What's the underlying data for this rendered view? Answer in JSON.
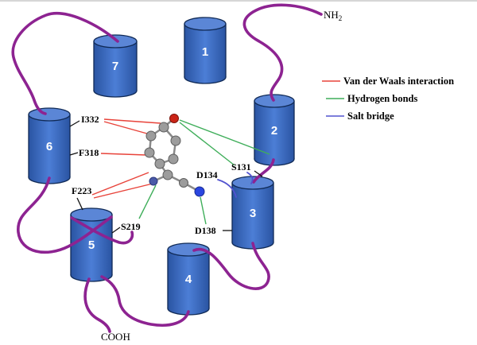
{
  "figure": {
    "terminals": {
      "n_main": "NH",
      "n_sub": "2",
      "c": "COOH"
    },
    "helices": [
      {
        "label": "1"
      },
      {
        "label": "2"
      },
      {
        "label": "3"
      },
      {
        "label": "4"
      },
      {
        "label": "5"
      },
      {
        "label": "6"
      },
      {
        "label": "7"
      }
    ],
    "residues": {
      "i332": "I332",
      "f318": "F318",
      "f223": "F223",
      "s219": "S219",
      "d134": "D134",
      "s131": "S131",
      "d138": "D138"
    },
    "legend": [
      {
        "label": "Van der Waals interaction",
        "color": "#e8433a"
      },
      {
        "label": "Hydrogen bonds",
        "color": "#3fae5a"
      },
      {
        "label": "Salt bridge",
        "color": "#5253cf"
      }
    ],
    "colors": {
      "backbone": "#8d2391",
      "vdw": "#e8433a",
      "hbond": "#3fae5a",
      "salt": "#5253cf",
      "helixFill": "#3b6cc4",
      "helixTop": "#5b86d6",
      "atomCarbon": "#9c9c9c",
      "atomOxygen": "#cb2417",
      "atomNitrogen": "#2a46e0"
    }
  }
}
